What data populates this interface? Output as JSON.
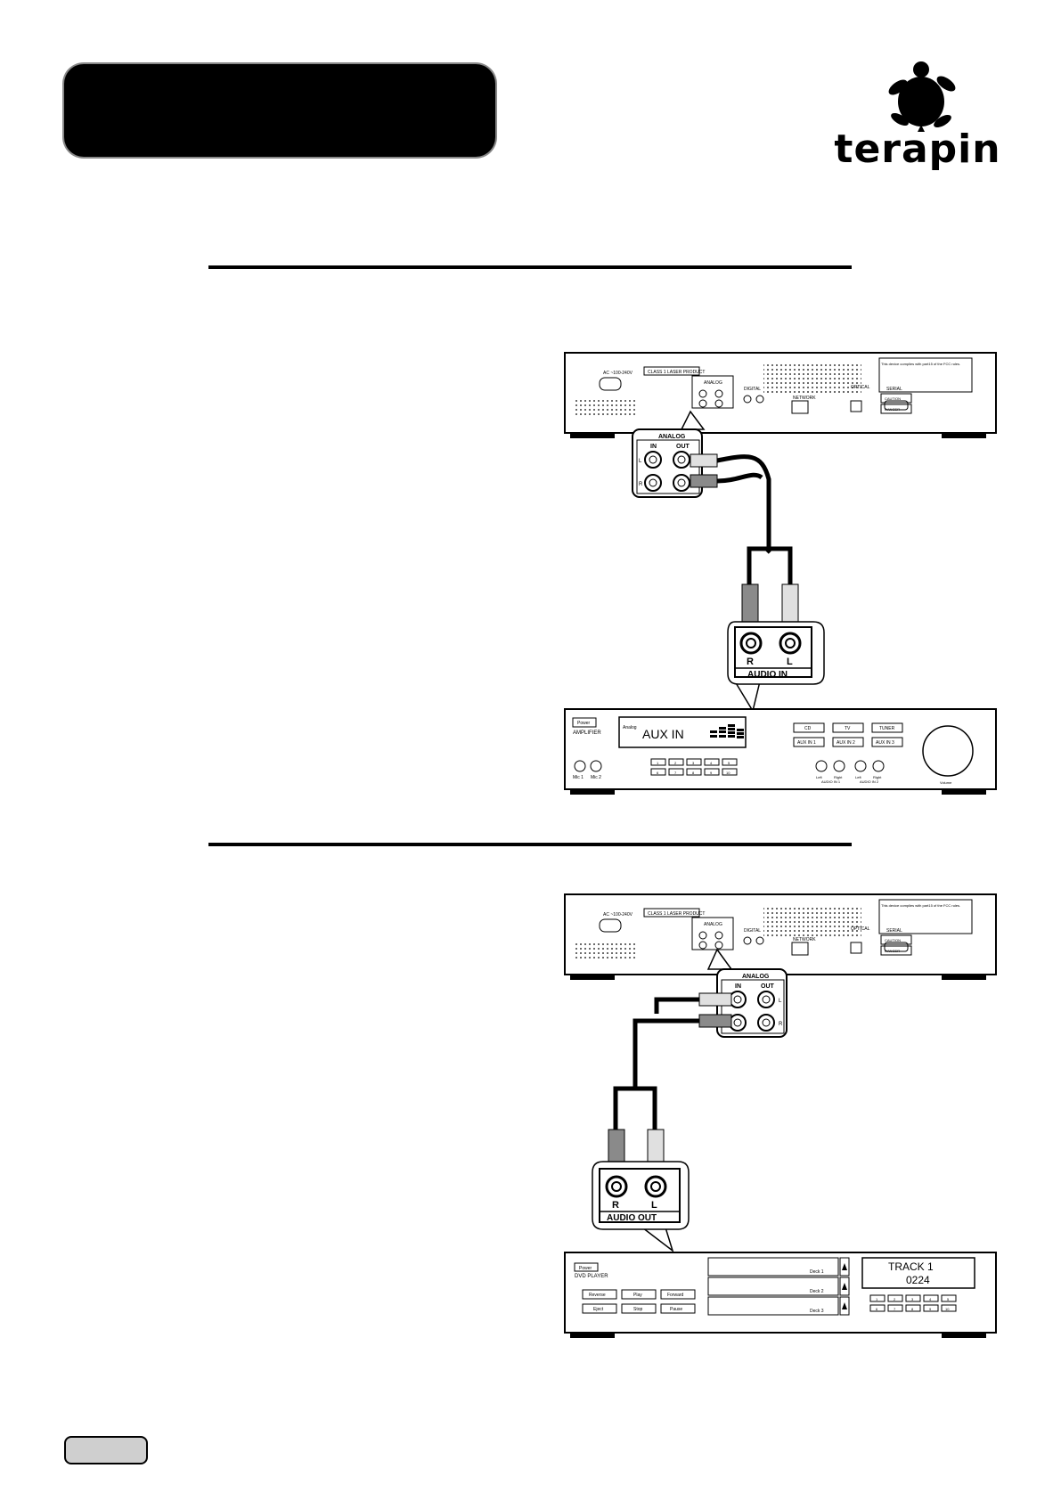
{
  "brand": {
    "logo_text": "terapin"
  },
  "colors": {
    "background": "#ffffff",
    "title_box": "#000000",
    "page_pill": "#cfcfcf",
    "cable_dark": "#8a8a8a",
    "cable_light": "#e0e0e0"
  },
  "icons": {
    "logo": "turtle-icon"
  },
  "rear_panel": {
    "ac_label": "AC ~100-240V",
    "laser_label": "CLASS 1 LASER PRODUCT",
    "analog_label": "ANALOG",
    "in_label": "IN",
    "out_label": "OUT",
    "digital_label": "DIGITAL",
    "network_label": "NETWORK",
    "optical_label": "OPTICAL",
    "serial_label": "SERIAL",
    "fcc_text": "This device complies with part15 of the FCC rules.",
    "caution_label": "CAUTION",
    "danger_label": "DANGER"
  },
  "zoom_callout": {
    "title": "ANALOG",
    "in_label": "IN",
    "out_label": "OUT",
    "left_label": "L",
    "right_label": "R"
  },
  "amplifier_section": {
    "jack_r": "R",
    "jack_l": "L",
    "jack_label": "AUDIO IN",
    "power_button": "Power",
    "device_name": "AMPLIFIER",
    "display_mode": "Analog",
    "display_text": "AUX IN",
    "source_buttons": [
      "CD",
      "TV",
      "TUNER",
      "AUX IN 1",
      "AUX IN 2",
      "AUX IN 3"
    ],
    "mic_labels": [
      "Mic 1",
      "Mic 2"
    ],
    "number_keys": [
      "1",
      "2",
      "3",
      "4",
      "5",
      "6",
      "7",
      "8",
      "9",
      "10"
    ],
    "aux_jack_labels": [
      "Left",
      "Right",
      "Left",
      "Right"
    ],
    "aux_group_labels": [
      "AUDIO IN 1",
      "AUDIO IN 2"
    ],
    "knob_label": "Volume"
  },
  "dvd_section": {
    "jack_r": "R",
    "jack_l": "L",
    "jack_label": "AUDIO OUT",
    "power_button": "Power",
    "device_name": "DVD PLAYER",
    "transport_buttons": [
      "Reverse",
      "Play",
      "Forward",
      "Eject",
      "Stop",
      "Pause"
    ],
    "decks": [
      "Deck 1",
      "Deck 2",
      "Deck 3"
    ],
    "display_line1": "TRACK 1",
    "display_line2": "0224",
    "number_keys": [
      "1",
      "2",
      "3",
      "4",
      "5",
      "6",
      "7",
      "8",
      "9",
      "10"
    ]
  }
}
